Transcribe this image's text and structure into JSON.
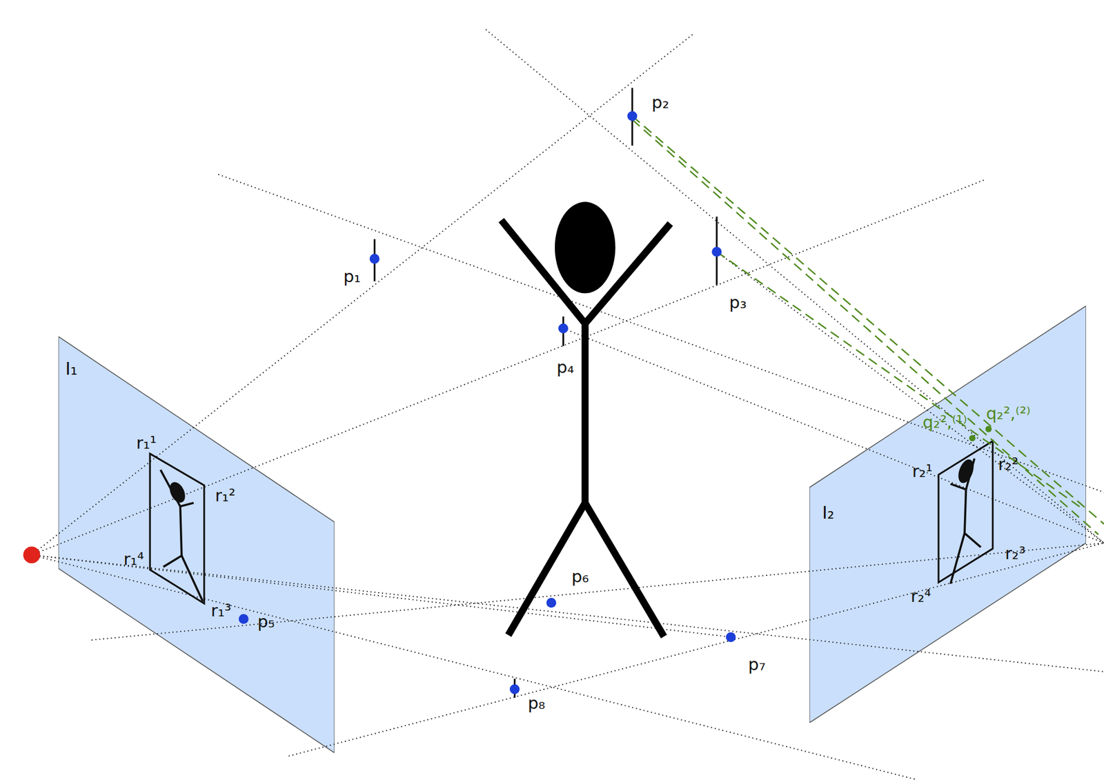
{
  "diagram": {
    "nodes": [
      {
        "text": [
          "I₁"
        ]
      },
      {
        "text": [
          "I₂"
        ]
      }
    ],
    "labels": [
      "r₁¹",
      "r₁²",
      "r₁³",
      "r₁⁴",
      "r₂¹",
      "r₂²",
      "r₂³",
      "r₂⁴",
      "p₁",
      "p₂",
      "p₃",
      "p₄",
      "p₅",
      "p₆",
      "p₇",
      "p₈",
      "q₂²,⁽¹⁾",
      "q₂²,⁽²⁾"
    ]
  }
}
